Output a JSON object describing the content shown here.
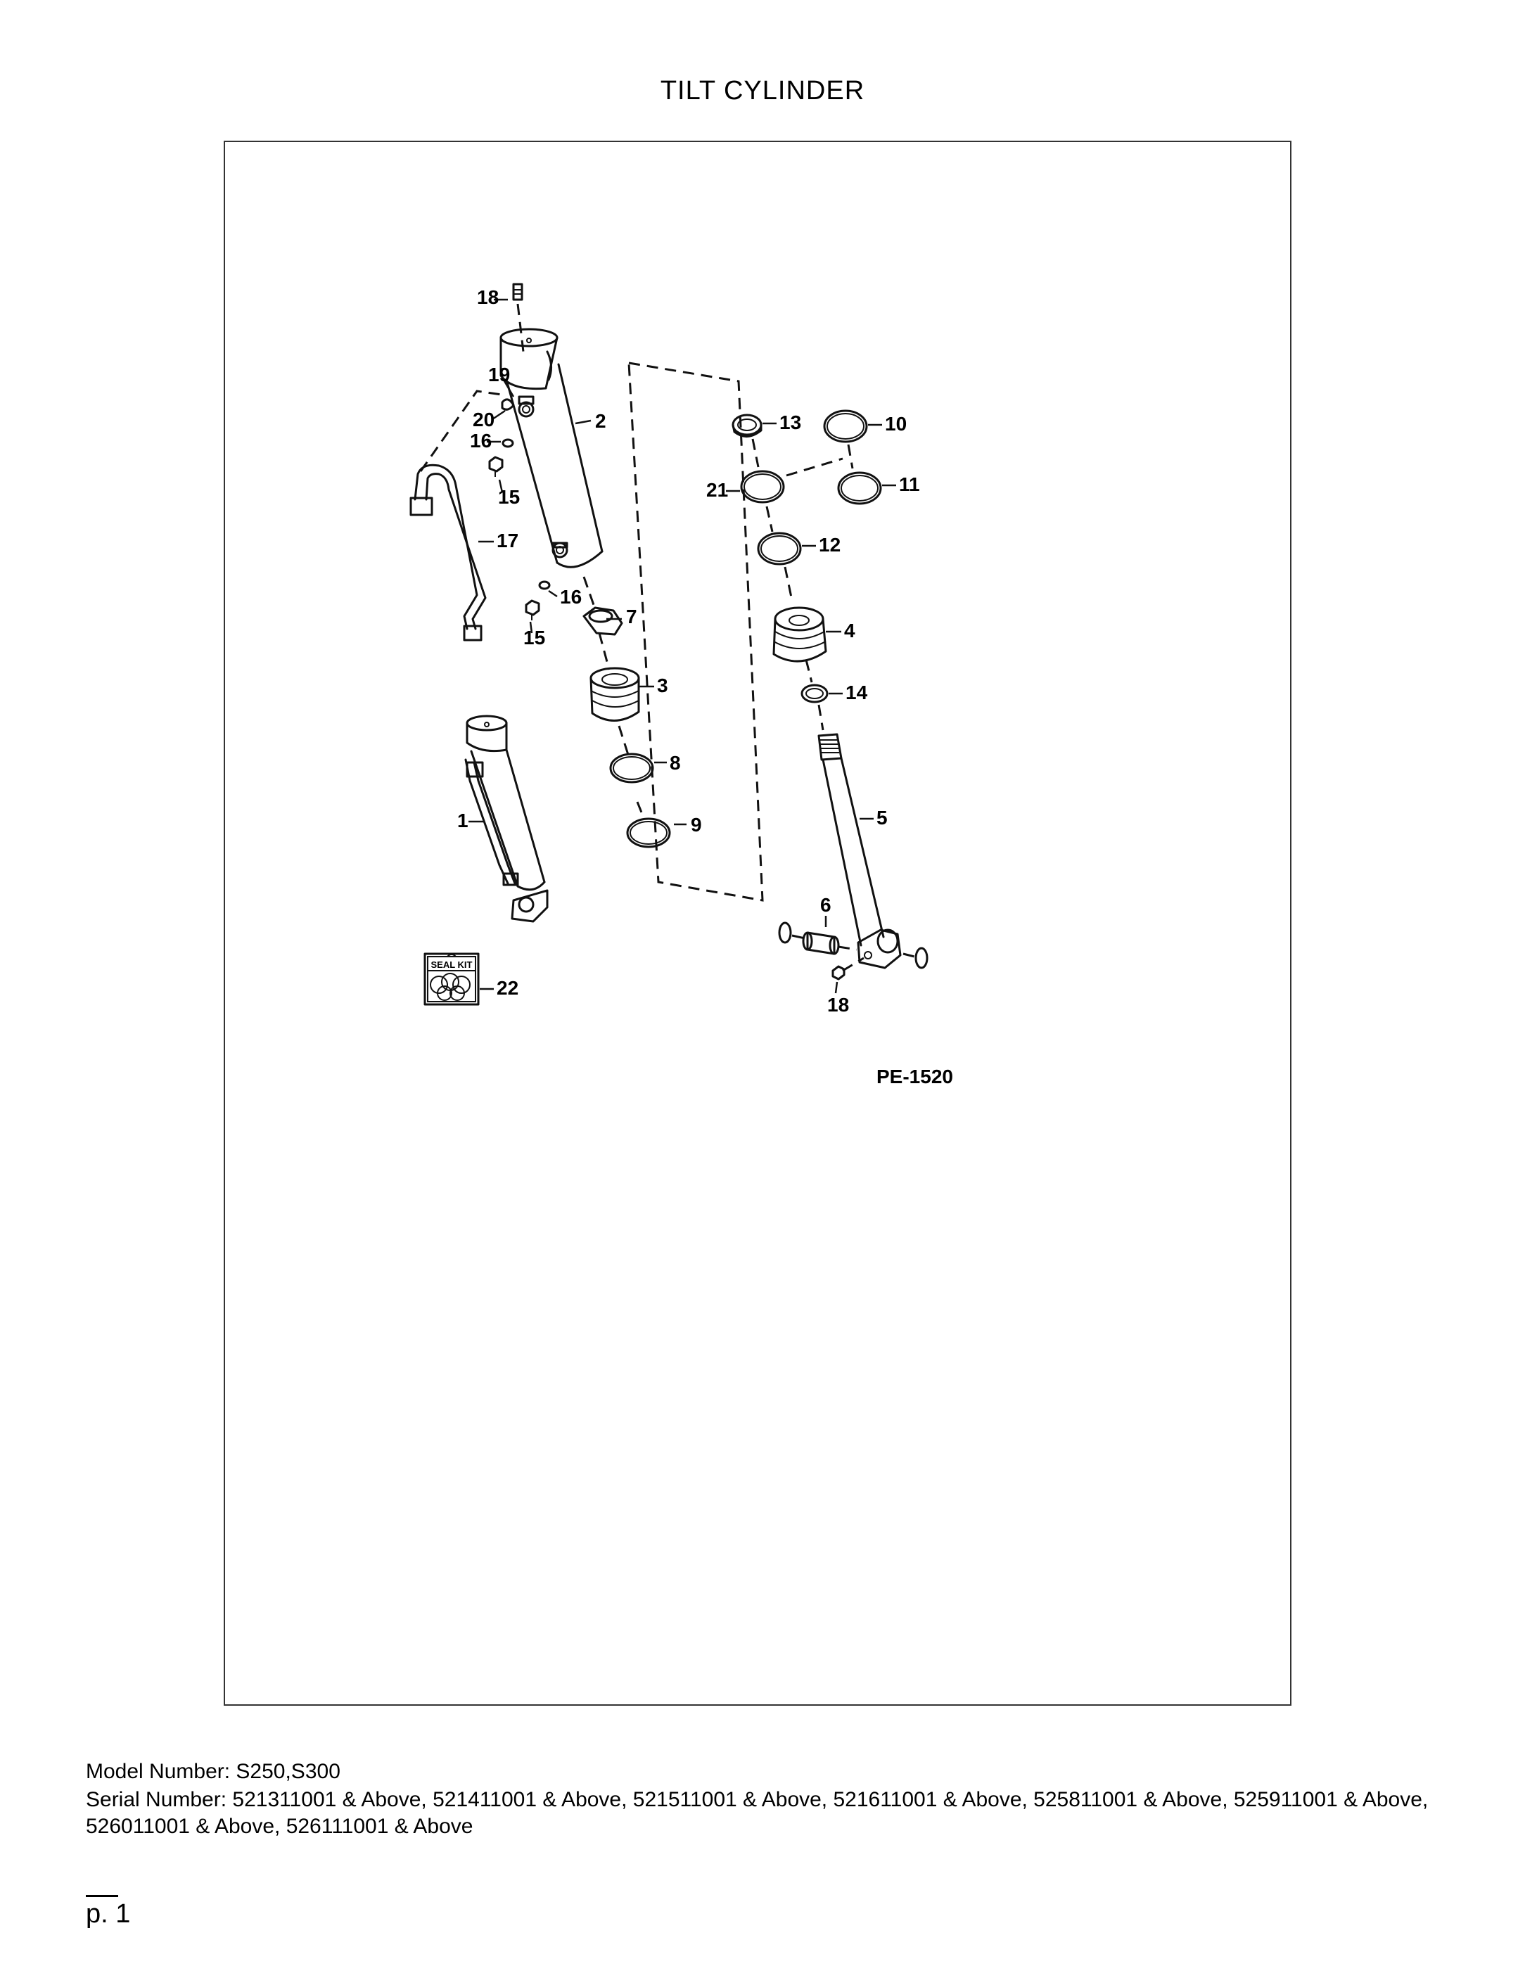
{
  "title": "TILT CYLINDER",
  "figure_id": "PE-1520",
  "seal_kit_label": "SEAL KIT",
  "callouts": {
    "c18a": "18",
    "c19": "19",
    "c20": "20",
    "c16a": "16",
    "c15a": "15",
    "c2": "2",
    "c17": "17",
    "c16b": "16",
    "c15b": "15",
    "c7": "7",
    "c3": "3",
    "c8": "8",
    "c9": "9",
    "c1": "1",
    "c22": "22",
    "c13": "13",
    "c10": "10",
    "c21": "21",
    "c11": "11",
    "c12": "12",
    "c4": "4",
    "c14": "14",
    "c5": "5",
    "c6": "6",
    "c18b": "18"
  },
  "footer": {
    "model": "Model Number: S250,S300",
    "serial": "Serial Number: 521311001 & Above, 521411001 & Above, 521511001 & Above, 521611001 & Above, 525811001 & Above, 525911001 & Above, 526011001 & Above, 526111001 & Above",
    "page": "p. 1"
  }
}
